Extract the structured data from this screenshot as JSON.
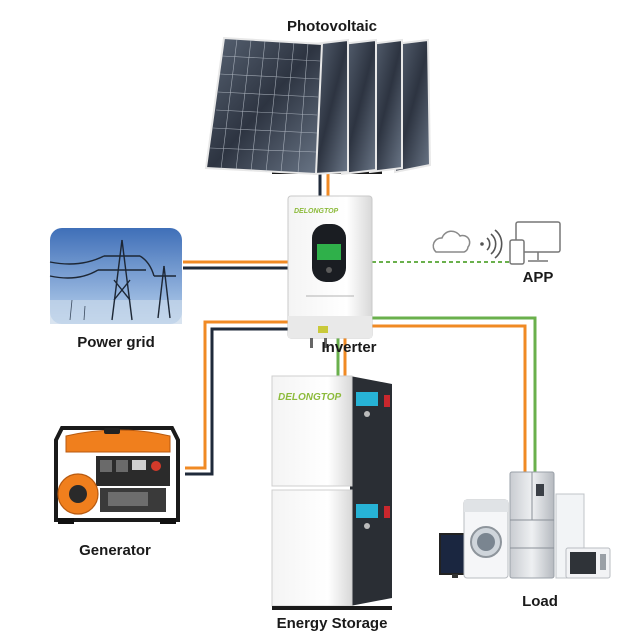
{
  "labels": {
    "photovoltaic": "Photovoltaic",
    "power_grid": "Power grid",
    "inverter": "Inverter",
    "app": "APP",
    "generator": "Generator",
    "energy_storage": "Energy Storage",
    "load": "Load"
  },
  "brand": {
    "inverter_logo": "DELONGTOP",
    "battery_logo": "DELONGTOP"
  },
  "colors": {
    "ac_line": "#f08a24",
    "dc_line": "#1f2a3a",
    "data_line": "#6ab04c"
  }
}
